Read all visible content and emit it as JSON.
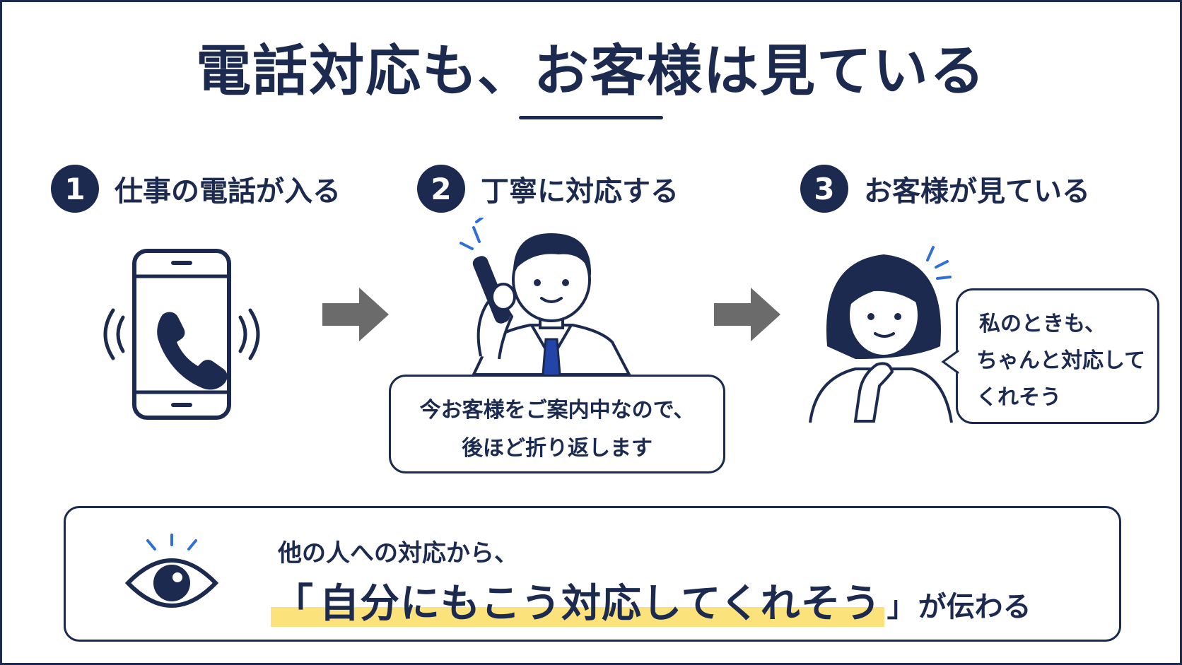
{
  "title": "電話対応も、お客様は見ている",
  "steps": [
    {
      "number": "1",
      "label": "仕事の電話が入る"
    },
    {
      "number": "2",
      "label": "丁寧に対応する"
    },
    {
      "number": "3",
      "label": "お客様が見ている"
    }
  ],
  "staff_bubble": {
    "line1": "今お客様をご案内中なので、",
    "line2": "後ほど折り返します"
  },
  "customer_bubble": {
    "line1": "私のときも、",
    "line2": "ちゃんと対応して",
    "line3": "くれそう"
  },
  "summary": {
    "line1": "他の人への対応から、",
    "open_bracket": "「",
    "highlight": "自分にもこう対応してくれそう",
    "close_bracket": "」",
    "suffix": "が伝わる"
  },
  "colors": {
    "navy": "#1b2a4e",
    "accent_blue": "#2f6fd6",
    "arrow_gray": "#6b6b6b",
    "highlight_yellow": "#fbe27a"
  },
  "icons": [
    "smartphone-icon",
    "phone-handset-icon",
    "arrow-right-icon",
    "eye-icon"
  ]
}
